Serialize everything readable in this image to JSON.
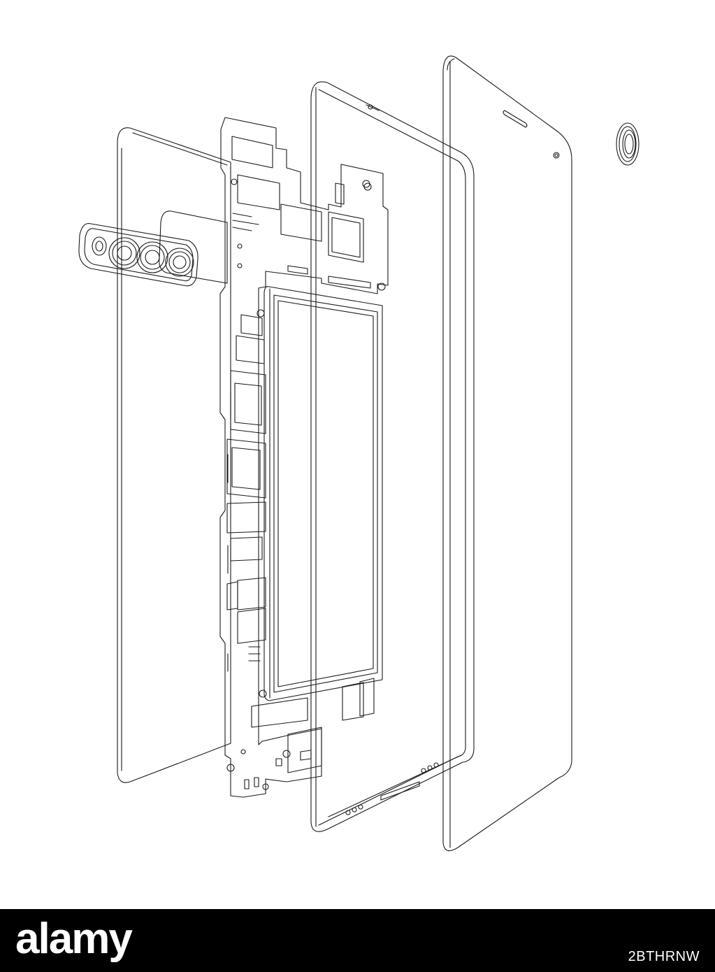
{
  "footer": {
    "brand": "alamy",
    "image_id": "2BTHRNW"
  },
  "colors": {
    "line": "#1a1a1a",
    "background": "#ffffff",
    "footer_background": "#000000",
    "footer_text": "#ffffff"
  },
  "diagram": {
    "parts": [
      "back-cover",
      "camera-module",
      "logic-board",
      "battery",
      "mid-frame",
      "display-glass",
      "fingerprint-ring"
    ]
  }
}
